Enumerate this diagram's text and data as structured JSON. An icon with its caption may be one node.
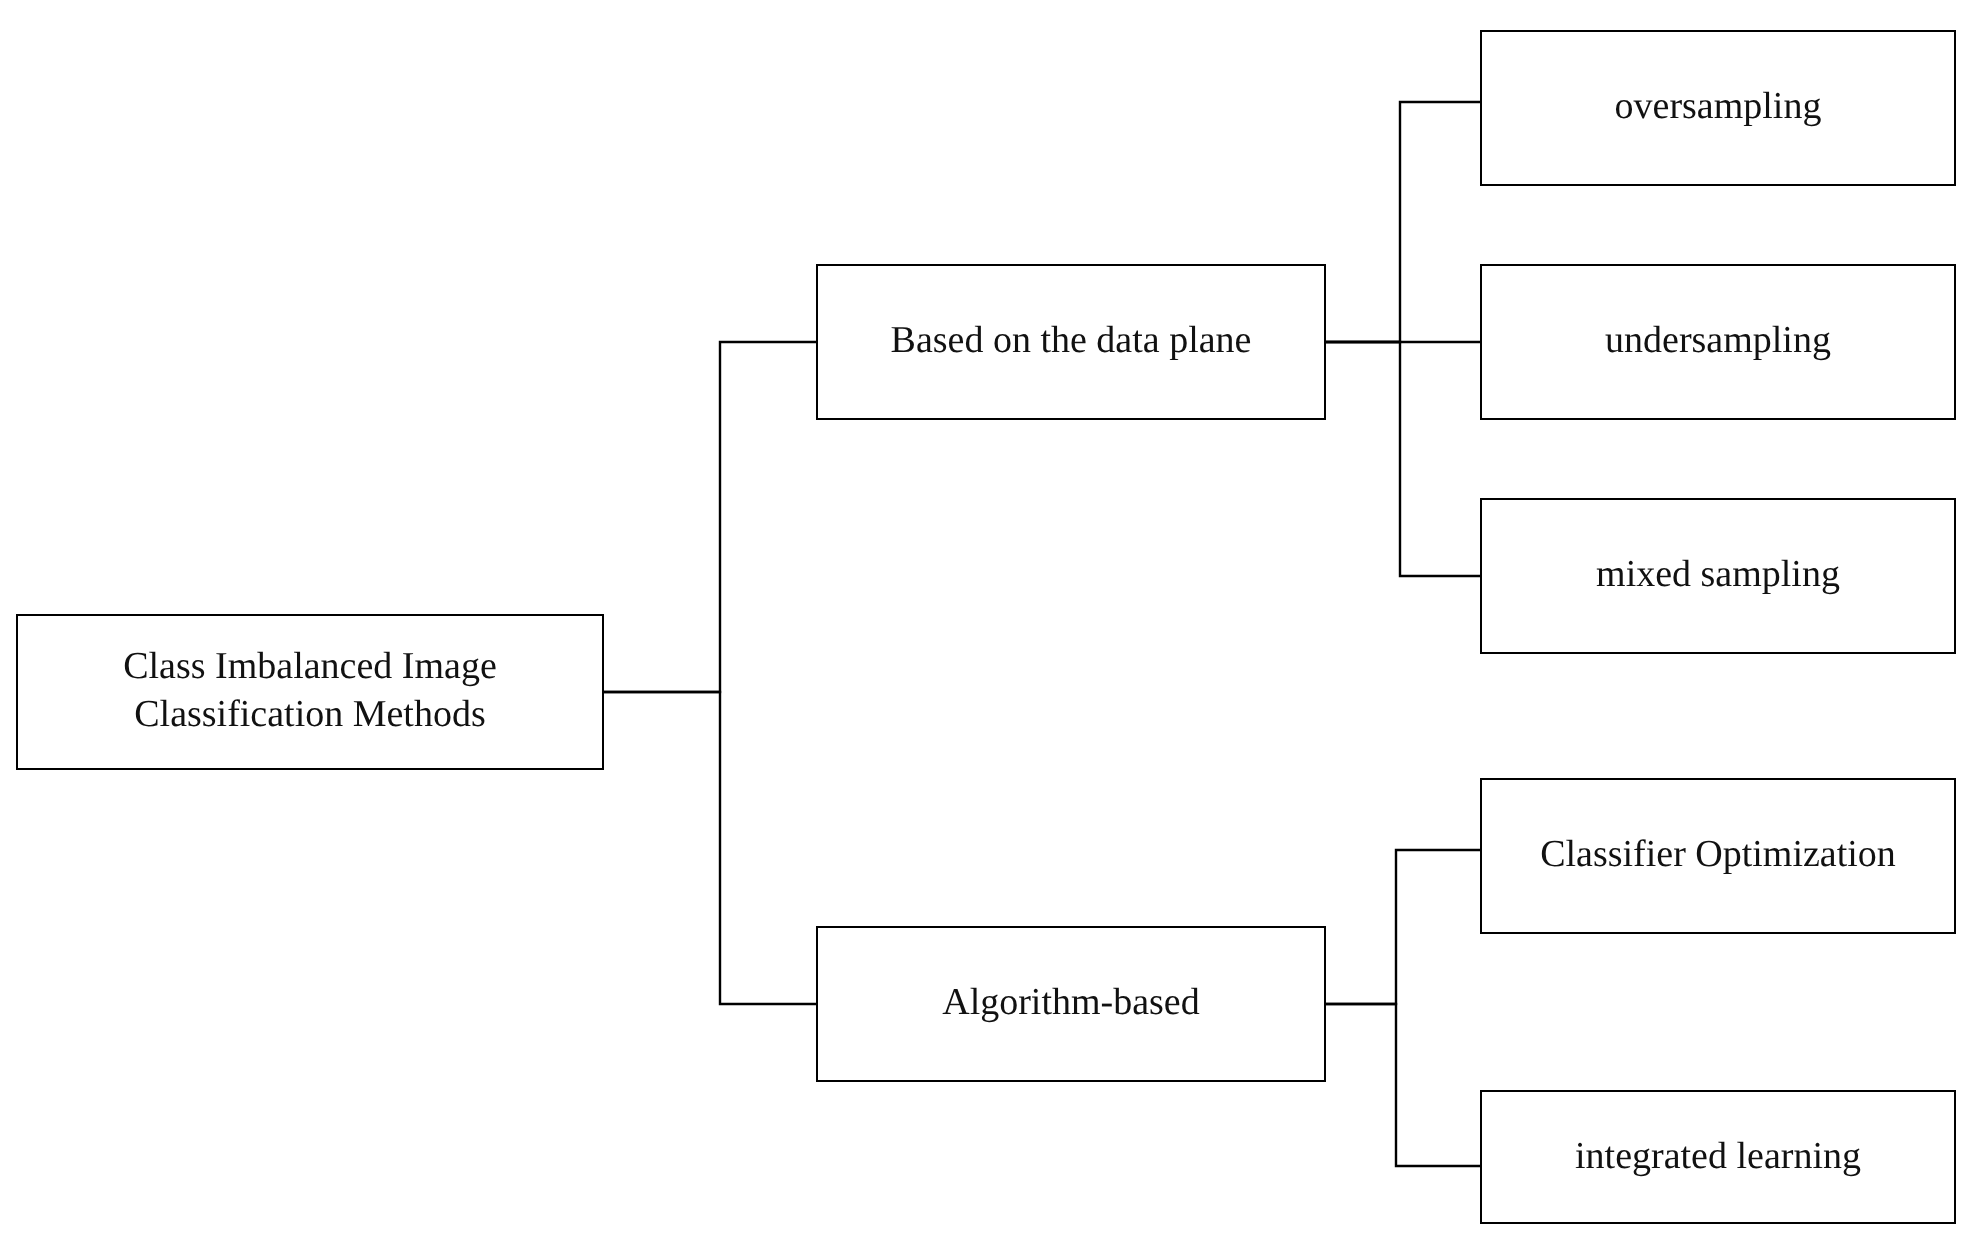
{
  "diagram": {
    "nodes": [
      {
        "text": [
          "Class Imbalanced Image Classification Methods"
        ]
      },
      {
        "text": [
          "Based on the data plane"
        ]
      },
      {
        "text": [
          "oversampling"
        ]
      },
      {
        "text": [
          "undersampling"
        ]
      },
      {
        "text": [
          "mixed sampling"
        ]
      },
      {
        "text": [
          "Algorithm-based"
        ]
      },
      {
        "text": [
          "Classifier Optimization"
        ]
      },
      {
        "text": [
          "integrated learning"
        ]
      }
    ],
    "edges": [
      {
        "from": 0,
        "to": 1,
        "arrow": "none"
      },
      {
        "from": 0,
        "to": 5,
        "arrow": "none"
      },
      {
        "from": 1,
        "to": 2,
        "arrow": "none"
      },
      {
        "from": 1,
        "to": 3,
        "arrow": "none"
      },
      {
        "from": 1,
        "to": 4,
        "arrow": "none"
      },
      {
        "from": 5,
        "to": 6,
        "arrow": "none"
      },
      {
        "from": 5,
        "to": 7,
        "arrow": "none"
      }
    ]
  }
}
